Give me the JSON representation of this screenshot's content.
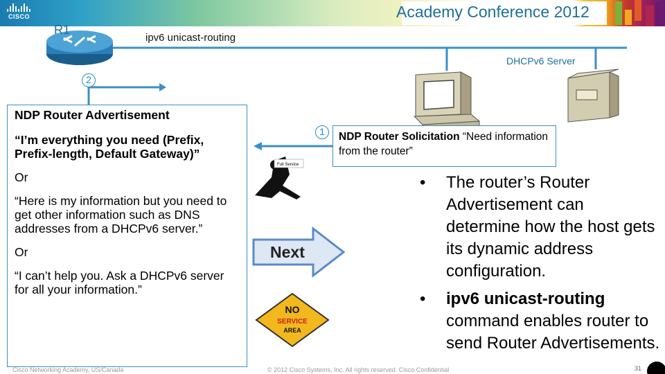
{
  "header": {
    "logo_text": "CISCO",
    "conference_title": "Academy Conference 2012"
  },
  "topology": {
    "router_label": "R1",
    "command_label": "ipv6 unicast-routing",
    "dhcp_server_label": "DHCPv6 Server",
    "step1": "1",
    "step2": "2"
  },
  "ra_box": {
    "heading": "NDP Router Advertisement",
    "option1": "“I’m everything you need (Prefix, Prefix-length, Default Gateway)”",
    "or1": "Or",
    "option2": "“Here is my information but you need to get other information such as DNS addresses from a DHCPv6 server.”",
    "or2": "Or",
    "option3": "“I can’t help you. Ask a DHCPv6 server for all your information.”"
  },
  "rs_box": {
    "bold": "NDP Router Solicitation",
    "rest": " “Need information from the router”"
  },
  "graphics": {
    "full_service_text": "Full Service",
    "next_text": "Next",
    "no_service_line1": "NO",
    "no_service_line2": "SERVICE",
    "no_service_line3": "AREA"
  },
  "bullets": [
    {
      "text": "The router’s Router Advertisement can determine how the host gets its dynamic address configuration."
    },
    {
      "bold": "ipv6 unicast-routing",
      "text": " command enables router to send Router Advertisements."
    }
  ],
  "footer": {
    "left": "Cisco Networking Academy, US/Canada",
    "center": "© 2012 Cisco Systems, Inc. All rights reserved. Cisco Confidential",
    "page_number": "31"
  },
  "colors": {
    "accent_blue": "#1d6f9a",
    "link_blue": "#2b8ac2",
    "line_blue": "#3a8fc8"
  }
}
